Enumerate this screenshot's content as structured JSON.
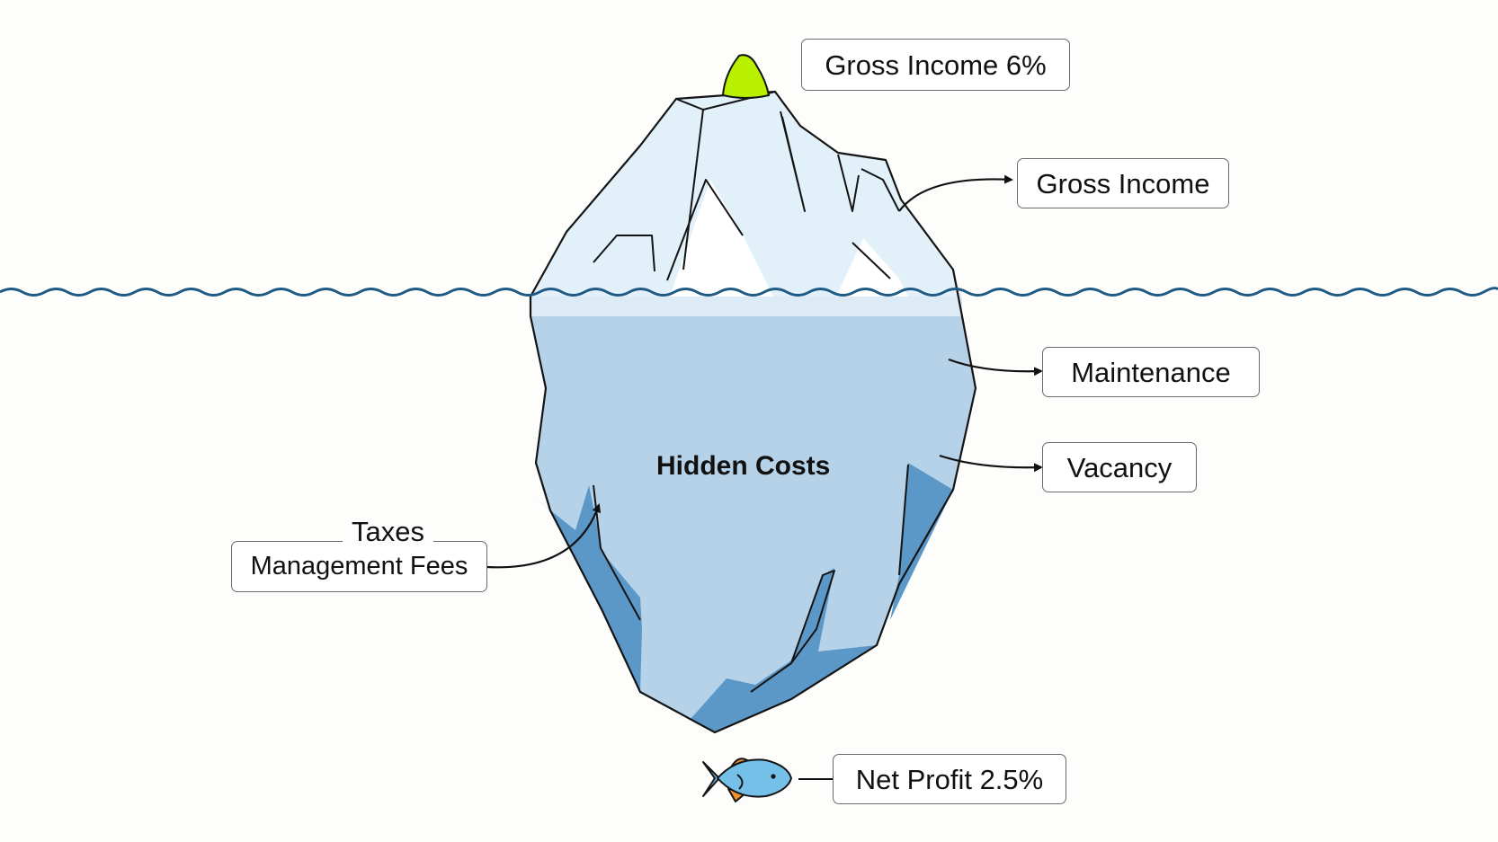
{
  "diagram": {
    "peak_label": "Gross Income 6%",
    "above_water_label": "Gross Income",
    "center_label": "Hidden Costs",
    "right_labels": [
      "Maintenance",
      "Vacancy"
    ],
    "left_top_label": "Taxes",
    "left_box_label": "Management Fees",
    "bottom_label": "Net Profit 2.5%"
  },
  "icons": {
    "peak": "green-peak-icon",
    "fish": "fish-icon"
  },
  "colors": {
    "peak": "#b8f000",
    "water_line": "#1f5a84",
    "ice_top": "#e2f0fa",
    "ice_under": "#b6d2e8",
    "ice_shadow": "#5b98c8",
    "fish_body": "#74c0e8",
    "fish_fin": "#f09030"
  }
}
